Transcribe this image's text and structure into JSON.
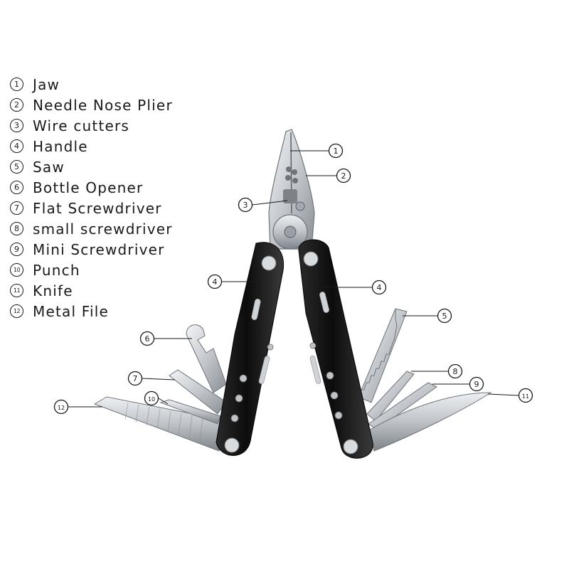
{
  "legend": [
    {
      "num": "1",
      "label": "Jaw"
    },
    {
      "num": "2",
      "label": "Needle Nose Plier"
    },
    {
      "num": "3",
      "label": "Wire cutters"
    },
    {
      "num": "4",
      "label": "Handle"
    },
    {
      "num": "5",
      "label": "Saw"
    },
    {
      "num": "6",
      "label": "Bottle Opener"
    },
    {
      "num": "7",
      "label": "Flat Screwdriver"
    },
    {
      "num": "8",
      "label": "small screwdriver"
    },
    {
      "num": "9",
      "label": "Mini Screwdriver"
    },
    {
      "num": "10",
      "label": "Punch"
    },
    {
      "num": "11",
      "label": "Knife"
    },
    {
      "num": "12",
      "label": "Metal File"
    }
  ],
  "callouts": [
    "1",
    "2",
    "3",
    "4",
    "4",
    "5",
    "6",
    "7",
    "8",
    "9",
    "10",
    "11",
    "12"
  ],
  "colors": {
    "handle": "#111111",
    "steel": "#c9ccd0",
    "steel_dark": "#8f949a",
    "ink": "#1a1a1a"
  }
}
